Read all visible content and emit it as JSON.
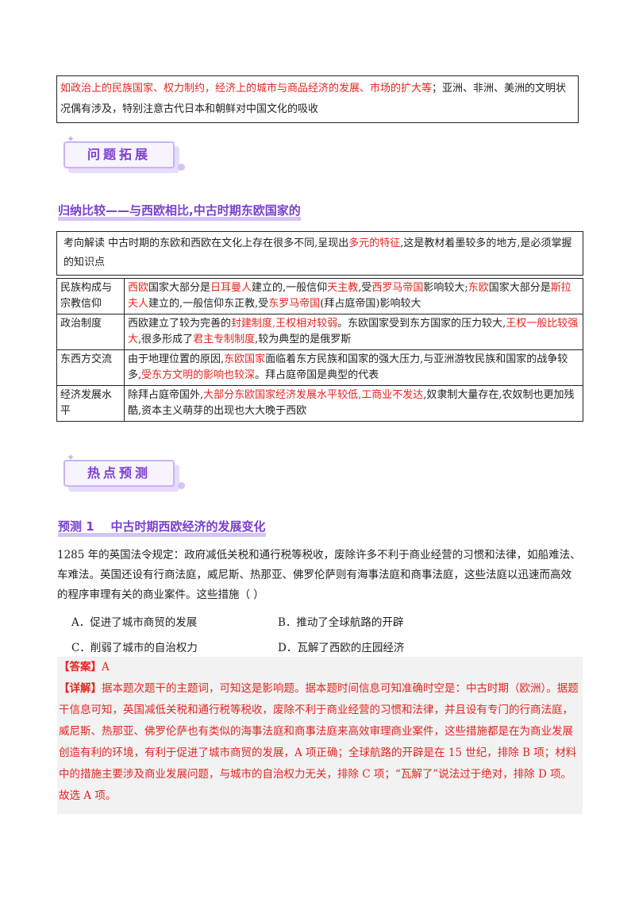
{
  "intro": {
    "red_part": "如政治上的民族国家、权力制约，经济上的城市与商品经济的发展、市场的扩大等",
    "rest": "；亚洲、非洲、美洲的文明状况偶有涉及，特别注意古代日本和朝鲜对中国文化的吸收"
  },
  "badge1": {
    "label": "问题拓展"
  },
  "topic_title": "归纳比较——与西欧相比,中古时期东欧国家的",
  "guide": {
    "p1": "考向解读  中古时期的东欧和西欧在文化上存在很多不同,呈现出",
    "red": "多元的特征",
    "p2": ",这是教材着墨较多的地方,是必须掌握的知识点"
  },
  "table": {
    "rows": [
      {
        "key": "民族构成与宗教信仰",
        "segs": [
          {
            "t": "西欧",
            "r": true
          },
          {
            "t": "国家大部分是",
            "r": false
          },
          {
            "t": "日耳曼人",
            "r": true
          },
          {
            "t": "建立的,一般信仰",
            "r": false
          },
          {
            "t": "天主教",
            "r": true
          },
          {
            "t": ",受",
            "r": false
          },
          {
            "t": "西罗马帝国",
            "r": true
          },
          {
            "t": "影响较大;",
            "r": false
          },
          {
            "t": "东欧",
            "r": true
          },
          {
            "t": "国家大部分是",
            "r": false
          },
          {
            "t": "斯拉夫人",
            "r": true
          },
          {
            "t": "建立的,一般信仰东正教,受",
            "r": false
          },
          {
            "t": "东罗马帝国",
            "r": true
          },
          {
            "t": "(拜占庭帝国)影响较大",
            "r": false
          }
        ]
      },
      {
        "key": "政治制度",
        "segs": [
          {
            "t": "西欧建立了较为完善的",
            "r": false
          },
          {
            "t": "封建制度,王权相对较弱",
            "r": true
          },
          {
            "t": "。东欧国家受到东方国家的压力较大,",
            "r": false
          },
          {
            "t": "王权一般比较强大",
            "r": true
          },
          {
            "t": ",很多形成了",
            "r": false
          },
          {
            "t": "君主专制制度",
            "r": true
          },
          {
            "t": ",较为典型的是俄罗斯",
            "r": false
          }
        ]
      },
      {
        "key": "东西方交流",
        "segs": [
          {
            "t": "由于地理位置的原因,",
            "r": false
          },
          {
            "t": "东欧国家",
            "r": true
          },
          {
            "t": "面临着东方民族和国家的强大压力,与亚洲游牧民族和国家的战争较多,",
            "r": false
          },
          {
            "t": "受东方文明的影响也较深",
            "r": true
          },
          {
            "t": "。拜占庭帝国是典型的代表",
            "r": false
          }
        ]
      },
      {
        "key": "经济发展水平",
        "segs": [
          {
            "t": "除拜占庭帝国外,",
            "r": false
          },
          {
            "t": "大部分东欧国家经济发展水平较低,工商业不发达",
            "r": true
          },
          {
            "t": ",奴隶制大量存在,农奴制也更加残酷,资本主义萌芽的出现也大大晚于西欧",
            "r": false
          }
        ]
      }
    ]
  },
  "badge2": {
    "label": "热点预测"
  },
  "prediction_title": "预测 1    中古时期西欧经济的发展变化",
  "question": "1285 年的英国法令规定：政府减低关税和通行税等税收，废除许多不利于商业经营的习惯和法律，如船难法、车难法。英国还设有行商法庭，威尼斯、热那亚、佛罗伦萨则有海事法庭和商事法庭，这些法庭以迅速而高效的程序审理有关的商业案件。这些措施（        ）",
  "options": {
    "a": "A．促进了城市商贸的发展",
    "b": "B．推动了全球航路的开辟",
    "c": "C．削弱了城市的自治权力",
    "d": "D．瓦解了西欧的庄园经济"
  },
  "answer": {
    "label": "【答案】",
    "value": "A",
    "detail_label": "【详解】",
    "detail": "据本题次题干的主题词，可知这是影响题。据本题时间信息可知准确时空是：中古时期（欧洲）。据题干信息可知，英国减低关税和通行税等税收，废除不利于商业经营的习惯和法律，并且设有专门的行商法庭，威尼斯、热那亚、佛罗伦萨也有类似的海事法庭和商事法庭来高效审理商业案件，这些措施都是在为商业发展创造有利的环境，有利于促进了城市商贸的发展，A 项正确；全球航路的开辟是在 15 世纪，排除 B 项；材料中的措施主要涉及商业发展问题，与城市的自治权力无关，排除 C 项；“瓦解了”说法过于绝对，排除 D 项。故选 A 项。"
  },
  "colors": {
    "accent_red": "#e52420",
    "accent_purple": "#7a3fd1",
    "badge_bg": "#f7f3ff"
  }
}
